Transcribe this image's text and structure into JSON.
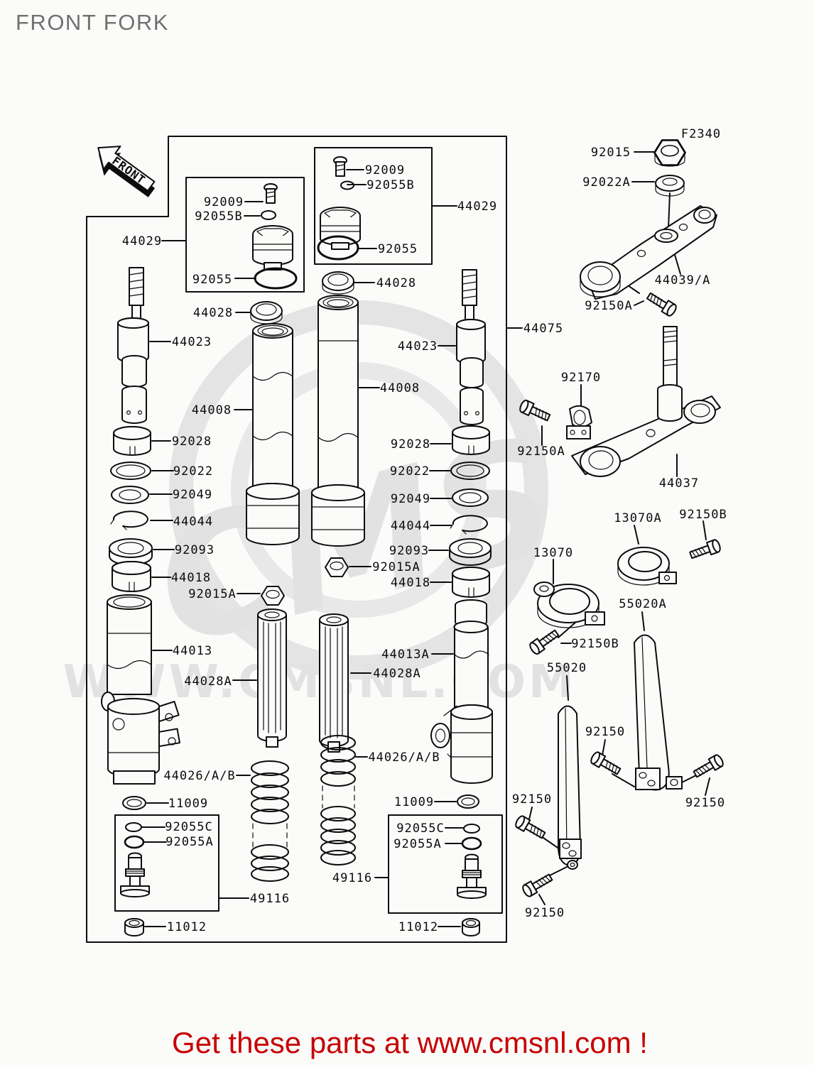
{
  "header": {
    "title": "FRONT FORK"
  },
  "footer": {
    "banner": "Get these parts at www.cmsnl.com !"
  },
  "diagram": {
    "figure_code": "F2340",
    "front_arrow_label": "FRONT",
    "watermark": {
      "logo": "CMS",
      "url": "WWW.CMSNL.COM"
    },
    "colors": {
      "line": "#0c0c0c",
      "title_gray": "#707070",
      "banner_red": "#c70000",
      "watermark_gray": "#e2e2e2",
      "background": "#fbfcfa"
    },
    "labels": [
      {
        "id": "92009-left-box",
        "part": "92009"
      },
      {
        "id": "92055B-left-box",
        "part": "92055B"
      },
      {
        "id": "92055-left-box",
        "part": "92055"
      },
      {
        "id": "44029-left",
        "part": "44029"
      },
      {
        "id": "92009-right-box",
        "part": "92009"
      },
      {
        "id": "92055B-right-box",
        "part": "92055B"
      },
      {
        "id": "92055-right-box",
        "part": "92055"
      },
      {
        "id": "44029-right",
        "part": "44029"
      },
      {
        "id": "44028-left",
        "part": "44028"
      },
      {
        "id": "44023-left",
        "part": "44023"
      },
      {
        "id": "44008-left",
        "part": "44008"
      },
      {
        "id": "44028-right",
        "part": "44028"
      },
      {
        "id": "44023-right",
        "part": "44023"
      },
      {
        "id": "44008-right",
        "part": "44008"
      },
      {
        "id": "92028-left",
        "part": "92028"
      },
      {
        "id": "92022-left",
        "part": "92022"
      },
      {
        "id": "92049-left",
        "part": "92049"
      },
      {
        "id": "44044-left",
        "part": "44044"
      },
      {
        "id": "92093-left",
        "part": "92093"
      },
      {
        "id": "44018-left",
        "part": "44018"
      },
      {
        "id": "92015A-left",
        "part": "92015A"
      },
      {
        "id": "92028-right",
        "part": "92028"
      },
      {
        "id": "92022-right",
        "part": "92022"
      },
      {
        "id": "92049-right",
        "part": "92049"
      },
      {
        "id": "44044-right",
        "part": "44044"
      },
      {
        "id": "92093-right",
        "part": "92093"
      },
      {
        "id": "92015A-right",
        "part": "92015A"
      },
      {
        "id": "44018-right",
        "part": "44018"
      },
      {
        "id": "44013",
        "part": "44013"
      },
      {
        "id": "44028A-left",
        "part": "44028A"
      },
      {
        "id": "44013A",
        "part": "44013A"
      },
      {
        "id": "44028A-right",
        "part": "44028A"
      },
      {
        "id": "44026AB-left",
        "part": "44026/A/B"
      },
      {
        "id": "44026AB-right",
        "part": "44026/A/B"
      },
      {
        "id": "11009-left",
        "part": "11009"
      },
      {
        "id": "11009-right",
        "part": "11009"
      },
      {
        "id": "92055C-left",
        "part": "92055C"
      },
      {
        "id": "92055A-left",
        "part": "92055A"
      },
      {
        "id": "92055C-right",
        "part": "92055C"
      },
      {
        "id": "92055A-right",
        "part": "92055A"
      },
      {
        "id": "49116-left",
        "part": "49116"
      },
      {
        "id": "49116-right",
        "part": "49116"
      },
      {
        "id": "11012-left",
        "part": "11012"
      },
      {
        "id": "11012-right",
        "part": "11012"
      },
      {
        "id": "figure-code",
        "part": "F2340"
      },
      {
        "id": "92015",
        "part": "92015"
      },
      {
        "id": "92022A",
        "part": "92022A"
      },
      {
        "id": "44039A",
        "part": "44039/A"
      },
      {
        "id": "92150A-top",
        "part": "92150A"
      },
      {
        "id": "44075",
        "part": "44075"
      },
      {
        "id": "92170",
        "part": "92170"
      },
      {
        "id": "92150A-mid",
        "part": "92150A"
      },
      {
        "id": "44037",
        "part": "44037"
      },
      {
        "id": "13070A",
        "part": "13070A"
      },
      {
        "id": "92150B-top",
        "part": "92150B"
      },
      {
        "id": "13070",
        "part": "13070"
      },
      {
        "id": "55020A",
        "part": "55020A"
      },
      {
        "id": "92150B-bottom",
        "part": "92150B"
      },
      {
        "id": "55020",
        "part": "55020"
      },
      {
        "id": "92150-a",
        "part": "92150"
      },
      {
        "id": "92150-b",
        "part": "92150"
      },
      {
        "id": "92150-c",
        "part": "92150"
      },
      {
        "id": "92150-d",
        "part": "92150"
      }
    ]
  }
}
